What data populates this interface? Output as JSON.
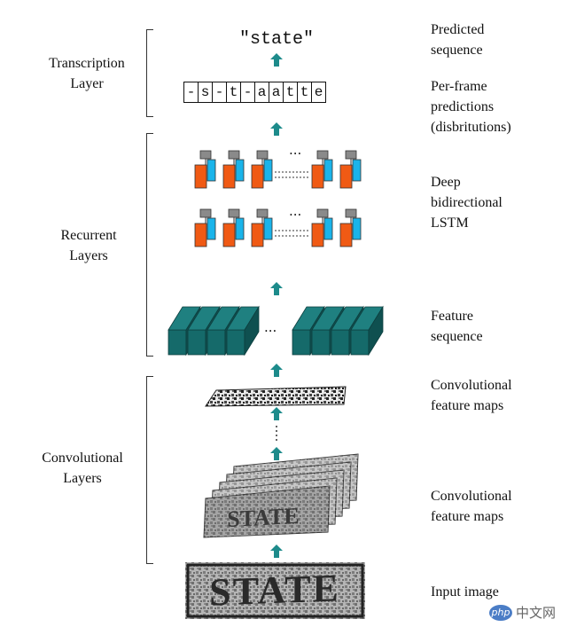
{
  "left_labels": {
    "transcription": [
      "Transcription",
      "Layer"
    ],
    "recurrent": [
      "Recurrent",
      "Layers"
    ],
    "convolutional": [
      "Convolutional",
      "Layers"
    ]
  },
  "right_labels": {
    "predicted": [
      "Predicted",
      "sequence"
    ],
    "perframe": [
      "Per-frame",
      "predictions",
      "(disbritutions)"
    ],
    "lstm": [
      "Deep",
      "bidirectional",
      "LSTM"
    ],
    "feature_seq": [
      "Feature",
      "sequence"
    ],
    "conv_maps_top": [
      "Convolutional",
      "feature maps"
    ],
    "conv_maps_bottom": [
      "Convolutional",
      "feature maps"
    ],
    "input": [
      "Input image"
    ]
  },
  "predicted_text": "\"state\"",
  "per_frame_chars": [
    "-",
    "s",
    "-",
    "t",
    "-",
    "a",
    "a",
    "t",
    "t",
    "e"
  ],
  "ellipsis": "...",
  "input_word": "STATE",
  "watermark": {
    "badge": "php",
    "text": "中文网"
  },
  "colors": {
    "arrow": "#1d8b8b",
    "teal": "#156a6a",
    "orange": "#f05a14",
    "cyan": "#1ab4ea",
    "gray": "#8a8a8a"
  },
  "icons": {
    "arrow": "up-arrow-icon",
    "logo": "php-logo-icon"
  }
}
